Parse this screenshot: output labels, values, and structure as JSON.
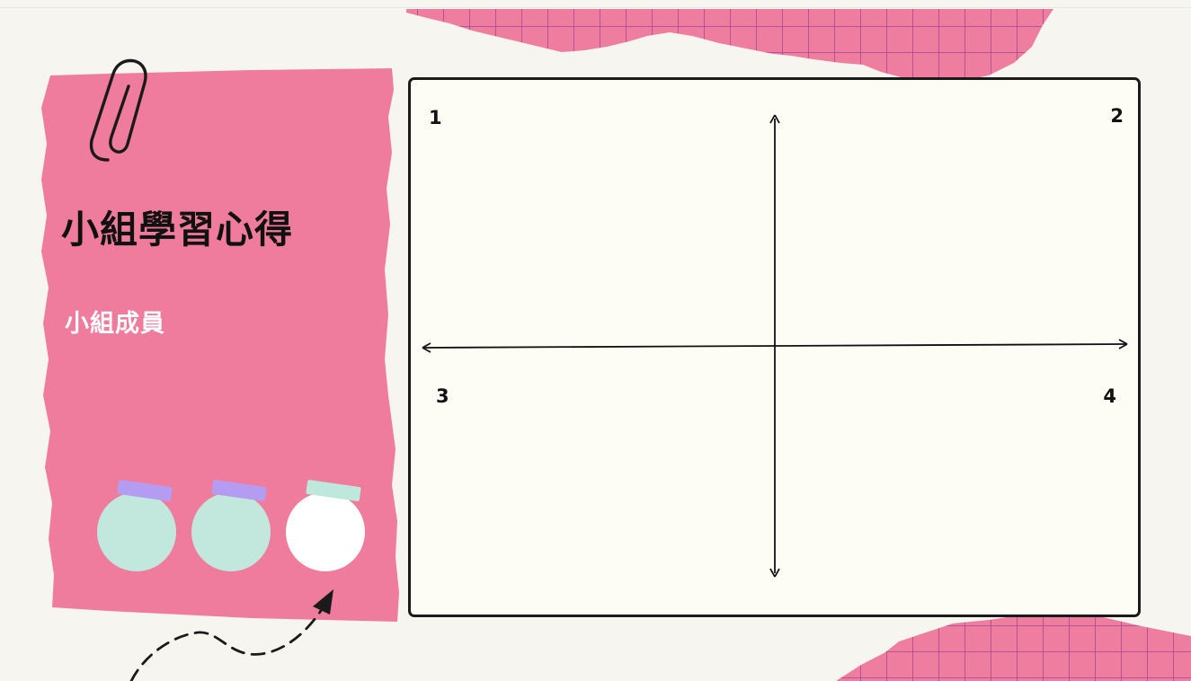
{
  "card": {
    "title": "小組學習心得",
    "subtitle": "小組成員"
  },
  "board": {
    "quadrants": [
      "1",
      "2",
      "3",
      "4"
    ]
  },
  "colors": {
    "background": "#f7f5ef",
    "card_pink": "#ef7c9c",
    "grid_pink": "#ee7da0",
    "grid_line": "#a6478f",
    "board_fill": "#fdfcf5",
    "jar_mint": "#c2e8de",
    "jar_white": "#ffffff",
    "lid_purple": "#b59cf3",
    "lid_mint": "#bfe8dc"
  },
  "icons": [
    "paperclip-icon",
    "dashed-arrow-icon",
    "jar-icon"
  ]
}
